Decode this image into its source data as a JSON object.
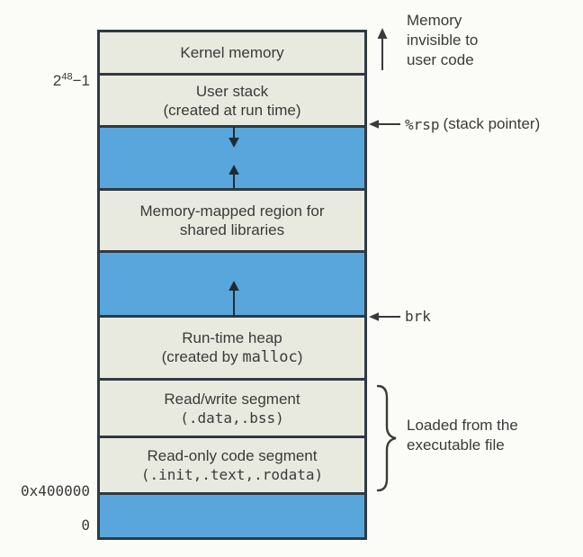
{
  "diagram": {
    "title_semantic": "Linux x86-64 process memory layout",
    "segments": {
      "kernel": {
        "line1": "Kernel memory"
      },
      "stack": {
        "line1": "User stack",
        "line2": "(created at run time)"
      },
      "mmap": {
        "line1": "Memory-mapped region for",
        "line2": "shared libraries"
      },
      "heap": {
        "line1": "Run-time heap",
        "line2_prefix": "(created by ",
        "line2_code": "malloc",
        "line2_suffix": ")"
      },
      "rw": {
        "line1": "Read/write segment",
        "line2": "(.data,.bss)"
      },
      "ro": {
        "line1": "Read-only code segment",
        "line2": "(.init,.text,.rodata)"
      }
    },
    "address_labels": {
      "top_base": "2",
      "top_exponent": "48",
      "top_suffix": "−1",
      "code_start": "0x400000",
      "zero": "0"
    },
    "annotations": {
      "kernel_note_line1": "Memory",
      "kernel_note_line2": "invisible to",
      "kernel_note_line3": "user code",
      "rsp_code": "%rsp",
      "rsp_rest": "(stack pointer)",
      "brk_label": "brk",
      "loaded_line1": "Loaded from the",
      "loaded_line2": "executable file"
    },
    "colors": {
      "segment_fill": "#e9eadf",
      "gap_fill": "#58a6dc",
      "border": "#2e3a42",
      "text": "#3a3a3a",
      "background": "#fbfbf7"
    }
  }
}
